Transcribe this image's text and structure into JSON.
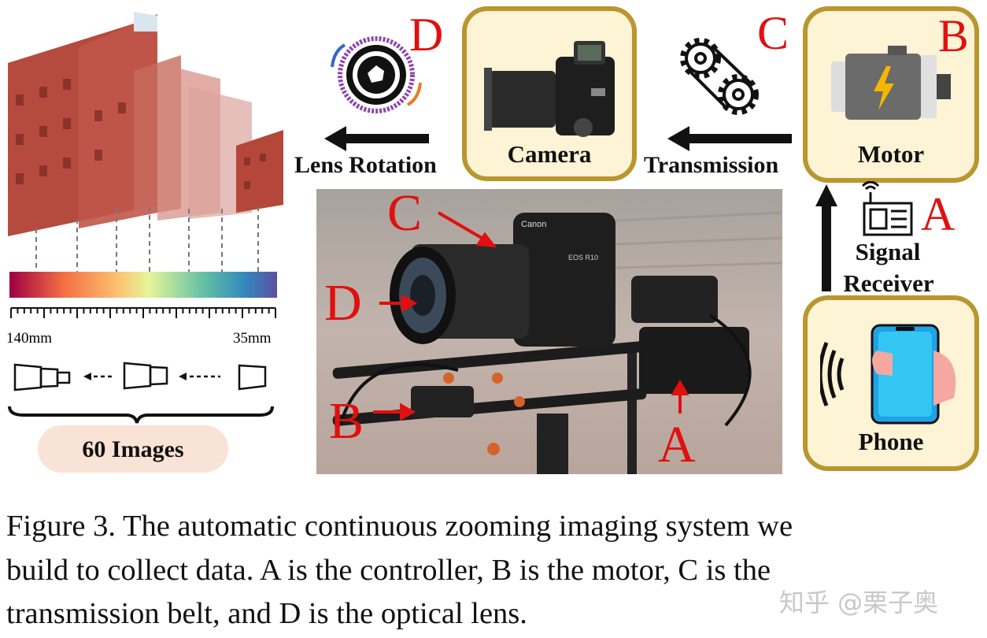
{
  "figure": {
    "left_panel": {
      "focal_long": "140mm",
      "focal_short": "35mm",
      "image_count_label": "60 Images",
      "colormap": [
        "#9e0142",
        "#f46d43",
        "#fee08b",
        "#e6f598",
        "#66c2a5",
        "#3288bd",
        "#5e4fa2"
      ]
    },
    "pipeline": {
      "lens_letter": "D",
      "lens_rotation_label": "Lens Rotation",
      "camera_label": "Camera",
      "transmission_letter": "C",
      "transmission_label": "Transmission",
      "motor_letter": "B",
      "motor_label": "Motor",
      "receiver_letter": "A",
      "receiver_label_line1": "Signal",
      "receiver_label_line2": "Receiver",
      "phone_label": "Phone",
      "accent_color": "#e01010",
      "box_border_color": "#b9962f",
      "box_fill_color": "#fdf3d5"
    },
    "photo": {
      "labels": [
        "C",
        "D",
        "B",
        "A"
      ],
      "camera_brand": "Canon",
      "camera_model": "EOS R10"
    },
    "caption": {
      "line1": "Figure 3. The automatic continuous zooming imaging system we",
      "line2": "build to collect data.  A is the controller, B is the motor, C is the",
      "line3": "transmission belt, and D is the optical lens."
    },
    "watermark": "知乎 @栗子奥"
  }
}
